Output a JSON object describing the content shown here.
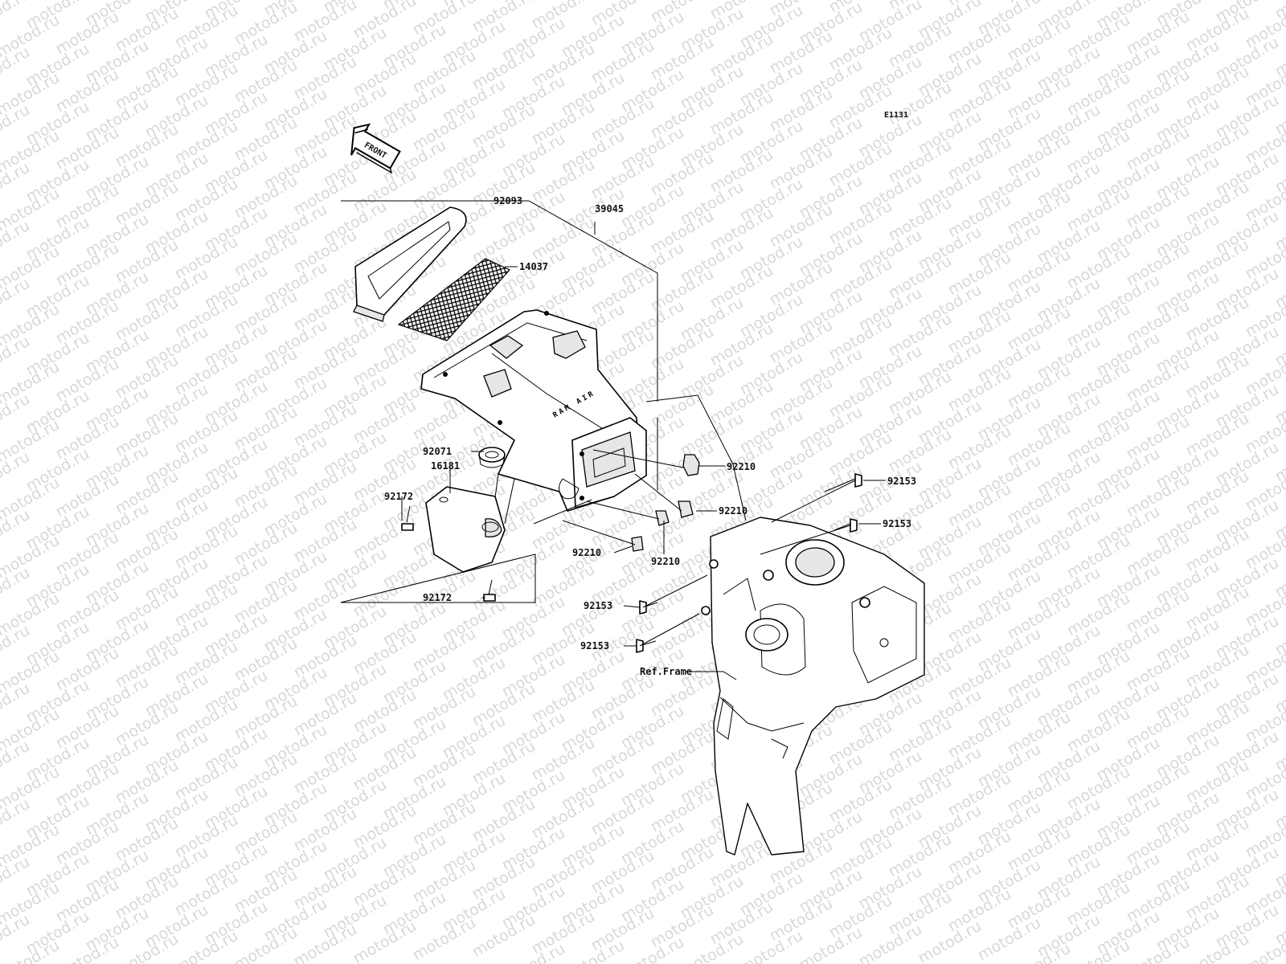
{
  "diagram_code": "E1131",
  "front_arrow_label": "FRONT",
  "watermark_text": "motod.ru",
  "duct_marking": "RAM AIR",
  "ref_label": "Ref.Frame",
  "callouts": {
    "p39045": "39045",
    "p92093": "92093",
    "p14037": "14037",
    "p92071": "92071",
    "p16181": "16181",
    "p92172_a": "92172",
    "p92172_b": "92172",
    "p92210_a": "92210",
    "p92210_b": "92210",
    "p92210_c": "92210",
    "p92210_d": "92210",
    "p92153_a": "92153",
    "p92153_b": "92153",
    "p92153_c": "92153",
    "p92153_d": "92153"
  },
  "colors": {
    "line": "#000000",
    "watermark": "#d8d8d8",
    "background": "#ffffff"
  }
}
